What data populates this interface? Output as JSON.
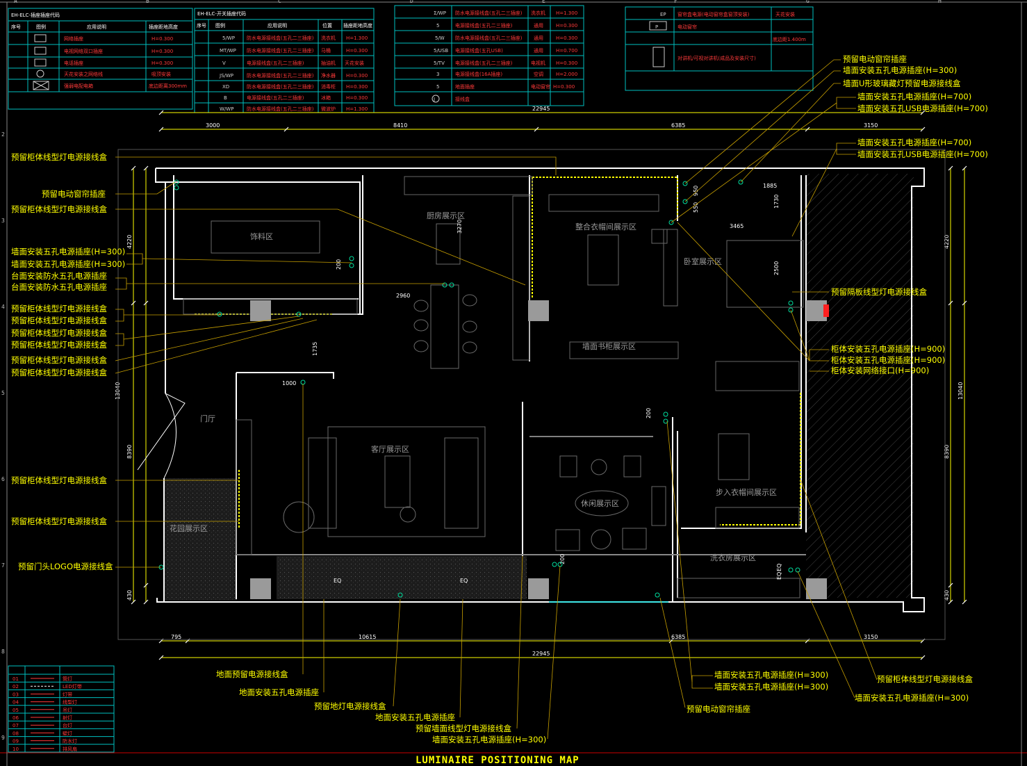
{
  "drawing_title": "LUMINAIRE POSITIONING MAP",
  "legend_tables": {
    "table1": {
      "title": "EH-ELC-插座插座代码",
      "headers": [
        "序号",
        "图例",
        "应用说明",
        "插座距地高度"
      ],
      "rows": [
        {
          "no": "",
          "desc": "网络插座",
          "height": "H=0.300"
        },
        {
          "no": "",
          "desc": "电视网络双口插座",
          "height": "H=0.300"
        },
        {
          "no": "",
          "desc": "电话插座",
          "height": "H=0.300"
        },
        {
          "no": "",
          "desc": "天花安装之网络线",
          "height": "吸顶安装"
        },
        {
          "no": "",
          "desc": "强弱电配电箱",
          "height": "底边距离300mm"
        }
      ]
    },
    "table2": {
      "title": "EH-ELC-开关插座代码",
      "headers": [
        "序号",
        "图例",
        "应用说明",
        "位置",
        "插座距地高度"
      ],
      "rows": [
        {
          "code": "5/WP",
          "desc": "防水电源接线盒(五孔二三插座)",
          "pos": "洗衣机",
          "height": "H=1.300"
        },
        {
          "code": "MT/WP",
          "desc": "防水电源接线盒(五孔二三插座)",
          "pos": "马桶",
          "height": "H=0.300"
        },
        {
          "code": "V",
          "desc": "电源接线盒(五孔二三插座)",
          "pos": "抽油机",
          "height": "天花安装"
        },
        {
          "code": "JS/WP",
          "desc": "防水电源接线盒(五孔二三插座)",
          "pos": "净水器",
          "height": "H=0.300"
        },
        {
          "code": "XD",
          "desc": "防水电源接线盒(五孔二三插座)",
          "pos": "消毒柜",
          "height": "H=0.300"
        },
        {
          "code": "B",
          "desc": "电源接线盒(五孔二三插座)",
          "pos": "冰箱",
          "height": "H=0.300"
        },
        {
          "code": "W/WP",
          "desc": "防水电源接线盒(五孔二三插座)",
          "pos": "微波炉",
          "height": "H=1.300"
        }
      ]
    },
    "table3": {
      "rows": [
        {
          "code": "Σ/WP",
          "desc": "防水电源接线盒(五孔二三插座)",
          "pos": "洗衣机",
          "height": "H=1.300"
        },
        {
          "code": "5",
          "desc": "电源接线盒(五孔二三插座)",
          "pos": "通用",
          "height": "H=0.300"
        },
        {
          "code": "5/W",
          "desc": "防水电源接线盒(五孔二三插座)",
          "pos": "通用",
          "height": "H=0.300"
        },
        {
          "code": "5/USB",
          "desc": "电源接线盒(五孔USB)",
          "pos": "通用",
          "height": "H=0.700"
        },
        {
          "code": "5/TV",
          "desc": "电源接线盒(五孔二三插座)",
          "pos": "电视机",
          "height": "H=0.300"
        },
        {
          "code": "3",
          "desc": "电源接线盒(16A插座)",
          "pos": "空调",
          "height": "H=2.000"
        },
        {
          "code": "5",
          "desc": "地面插座",
          "pos": "电动窗帘",
          "height": "H=0.300"
        },
        {
          "code": "J",
          "desc": "接线盒",
          "pos": "",
          "height": ""
        }
      ]
    },
    "table4": {
      "rows": [
        {
          "code": "EP",
          "desc": "窗帘盒电源(电动窗帘盒窗顶安装)",
          "height": "天花安装"
        },
        {
          "code": "P",
          "desc": "电动窗帘",
          "height": ""
        },
        {
          "code": "",
          "desc": "对讲机/可视对讲机(成品及安装尺寸)",
          "height": "底边距1.400m"
        }
      ]
    },
    "table5": {
      "rows": [
        {
          "no": "01",
          "desc": "筒灯"
        },
        {
          "no": "02",
          "desc": "LED灯带"
        },
        {
          "no": "03",
          "desc": "灯带"
        },
        {
          "no": "04",
          "desc": "线型灯"
        },
        {
          "no": "05",
          "desc": "吊灯"
        },
        {
          "no": "06",
          "desc": "射灯"
        },
        {
          "no": "07",
          "desc": "台灯"
        },
        {
          "no": "08",
          "desc": "壁灯"
        },
        {
          "no": "09",
          "desc": "防水灯"
        },
        {
          "no": "10",
          "desc": "排风扇"
        }
      ]
    }
  },
  "dimensions": {
    "top_total": "22945",
    "top_segments": [
      "3000",
      "8410",
      "6385",
      "3150"
    ],
    "bottom_total": "22945",
    "bottom_segments": [
      "795",
      "10615",
      "6385",
      "3150"
    ],
    "left": [
      "4220",
      "13040",
      "8390",
      "430"
    ],
    "right": [
      "4220",
      "13040",
      "8390",
      "430"
    ],
    "internal": [
      "1885",
      "1730",
      "3465",
      "2500",
      "2960",
      "1735",
      "1000",
      "3270",
      "200",
      "200",
      "200",
      "950",
      "550",
      "EQ",
      "EQ",
      "EQ",
      "EQ"
    ]
  },
  "rooms": [
    "饰料区",
    "厨房展示区",
    "整合衣帽间展示区",
    "卧室展示区",
    "门厅",
    "客厅展示区",
    "休闲展示区",
    "步入衣帽间展示区",
    "花园展示区",
    "洗衣房展示区",
    "墙面书柜展示区"
  ],
  "callouts_left": [
    "预留柜体线型灯电源接线盒",
    "预留电动窗帘插座",
    "预留柜体线型灯电源接线盒",
    "墙面安装五孔电源插座(H=300)",
    "墙面安装五孔电源插座(H=300)",
    "台面安装防水五孔电源插座",
    "台面安装防水五孔电源插座",
    "预留柜体线型灯电源接线盒",
    "预留柜体线型灯电源接线盒",
    "预留柜体线型灯电源接线盒",
    "预留柜体线型灯电源接线盒",
    "预留柜体线型灯电源接线盒",
    "预留柜体线型灯电源接线盒",
    "预留柜体线型灯电源接线盒",
    "预留柜体线型灯电源接线盒",
    "预留门头LOGO电源接线盒"
  ],
  "callouts_right": [
    "预留电动窗帘插座",
    "墙面安装五孔电源插座(H=300)",
    "墙面U形玻璃藏灯预留电源接线盒",
    "墙面安装五孔电源插座(H=700)",
    "墙面安装五孔USB电源插座(H=700)",
    "墙面安装五孔电源插座(H=700)",
    "墙面安装五孔USB电源插座(H=700)",
    "预留隔板线型灯电源接线盒",
    "柜体安装五孔电源插座(H=900)",
    "柜体安装五孔电源插座(H=900)",
    "柜体安装网络接口(H=900)"
  ],
  "callouts_bottom": [
    "地面预留电源接线盒",
    "地面安装五孔电源插座",
    "预留地灯电源接线盒",
    "地面安装五孔电源插座",
    "预留墙面线型灯电源接线盒",
    "墙面安装五孔电源插座(H=300)",
    "墙面安装五孔电源插座(H=300)",
    "墙面安装五孔电源插座(H=300)",
    "预留电动窗帘插座",
    "预留柜体线型灯电源接线盒",
    "墙面安装五孔电源插座(H=300)"
  ],
  "grid_letters": [
    "A",
    "B",
    "C",
    "D",
    "E",
    "F",
    "G",
    "H"
  ],
  "grid_numbers": [
    "2",
    "3",
    "4",
    "5",
    "6",
    "7",
    "8",
    "9"
  ],
  "colors": {
    "background": "#000000",
    "wall": "#ffffff",
    "label": "#ffff00",
    "leader": "#c8a000",
    "table_border": "#00c0c0",
    "table_text": "#ff3a3a",
    "furniture": "#6a6a6a",
    "led_strip": "#ffff00"
  }
}
